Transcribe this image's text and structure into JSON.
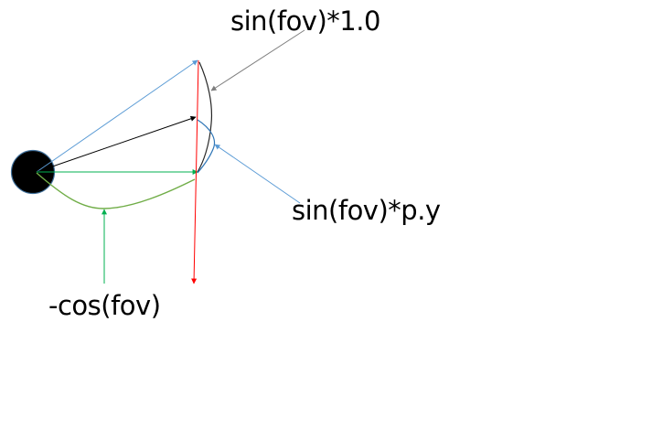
{
  "diagram": {
    "title": "",
    "colors": {
      "background": "#ffffff",
      "eye": "#000000",
      "eye_outline": "#41719c",
      "blue": "#5b9bd5",
      "black": "#000000",
      "green": "#00b050",
      "light_green": "#70ad47",
      "red": "#ff0000",
      "gray": "#7f7f7f",
      "curve_dark": "#262626",
      "curve_blue": "#2e75b6"
    },
    "nodes": [
      {
        "id": "eye",
        "shape": "circle",
        "label": ""
      }
    ],
    "vectors": [
      {
        "id": "fov-edge-ray",
        "color": "blue",
        "from": "eye",
        "to": "top of view plane"
      },
      {
        "id": "py-ray",
        "color": "black",
        "from": "eye",
        "to": "view plane at p.y"
      },
      {
        "id": "forward-ray",
        "color": "green",
        "from": "eye",
        "to": "view plane center"
      },
      {
        "id": "view-plane",
        "color": "red",
        "direction": "downward"
      }
    ],
    "labels": {
      "sin_fov_1": "sin(fov)*1.0",
      "sin_fov_py": "sin(fov)*p.y",
      "neg_cos_fov": "-cos(fov)"
    }
  }
}
